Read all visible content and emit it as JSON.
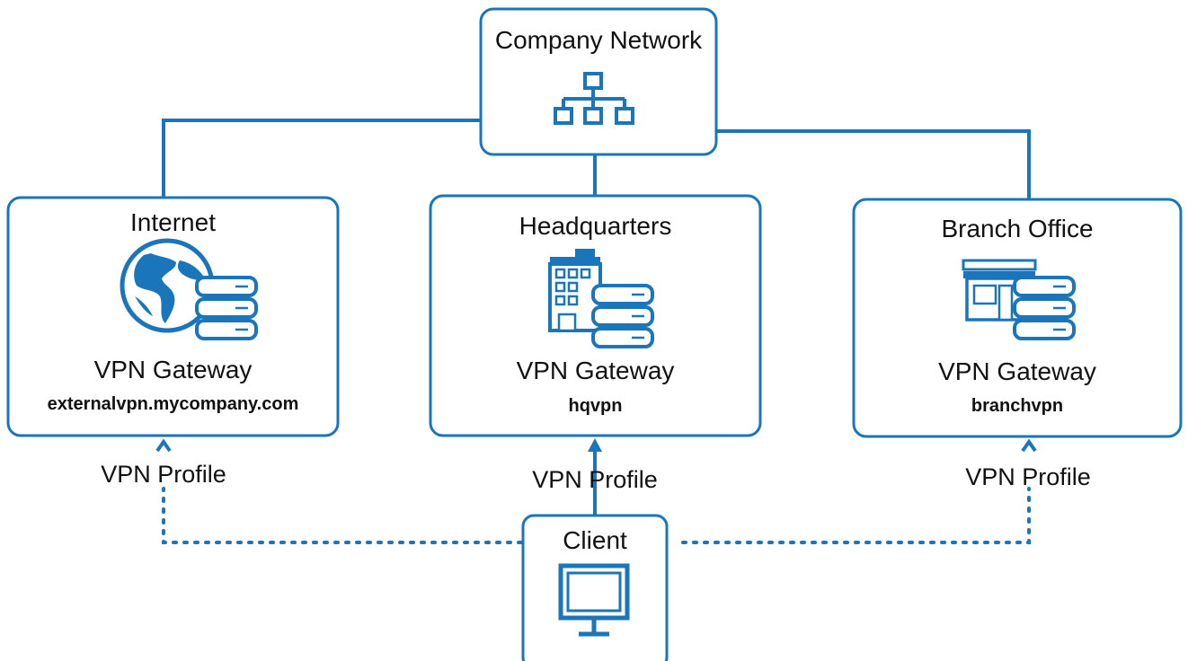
{
  "diagram": {
    "colors": {
      "accent": "#1a75bb",
      "text": "#111111",
      "background": "#ffffff"
    },
    "company_network": {
      "title": "Company Network",
      "icon": "network-hierarchy-icon"
    },
    "sites": [
      {
        "title": "Internet",
        "icon": "globe-server-icon",
        "gateway_label": "VPN Gateway",
        "gateway_host": "externalvpn.mycompany.com",
        "profile_label": "VPN Profile"
      },
      {
        "title": "Headquarters",
        "icon": "building-server-icon",
        "gateway_label": "VPN Gateway",
        "gateway_host": "hqvpn",
        "profile_label": "VPN Profile"
      },
      {
        "title": "Branch Office",
        "icon": "office-server-icon",
        "gateway_label": "VPN Gateway",
        "gateway_host": "branchvpn",
        "profile_label": "VPN Profile"
      }
    ],
    "client": {
      "title": "Client",
      "icon": "monitor-icon"
    }
  }
}
